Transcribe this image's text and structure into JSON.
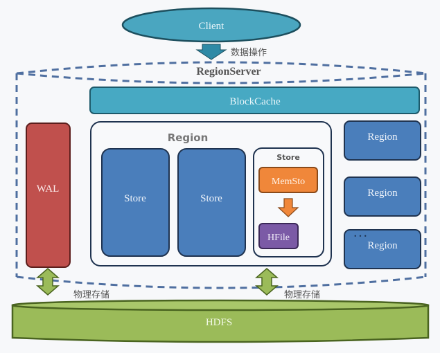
{
  "client": {
    "label": "Client"
  },
  "data_op_label": "数据操作",
  "regionserver": {
    "label": "RegionServer"
  },
  "blockcache": {
    "label": "BlockCache"
  },
  "wal": {
    "label": "WAL"
  },
  "region_main": {
    "label": "Region",
    "stores": [
      {
        "label": "Store"
      },
      {
        "label": "Store"
      }
    ],
    "store_detail": {
      "label": "Store",
      "memstore": "MemSto",
      "hfile": "HFile"
    }
  },
  "side_regions": [
    {
      "label": "Region"
    },
    {
      "label": "Region"
    },
    {
      "label": "Region"
    }
  ],
  "ellipsis": "• • •",
  "physical_storage_label": "物理存储",
  "hdfs": {
    "label": "HDFS"
  },
  "colors": {
    "client": "#4aa6c0",
    "blockcache": "#47a9c3",
    "wal": "#c0504d",
    "store": "#4a7ebb",
    "memstore": "#f0873a",
    "hfile": "#7b5aa6",
    "hdfs": "#9bbb59",
    "dash": "#4f6fa0"
  }
}
